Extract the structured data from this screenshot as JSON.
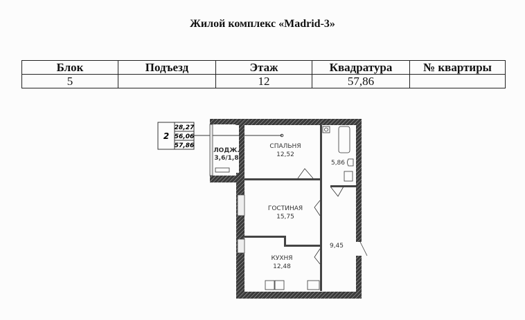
{
  "document": {
    "title": "Жилой комплекс «Madrid-3»"
  },
  "info_table": {
    "headers": [
      "Блок",
      "Подъезд",
      "Этаж",
      "Квадратура",
      "№ квартиры"
    ],
    "values": [
      "5",
      "",
      "12",
      "57,86",
      ""
    ]
  },
  "legend_box": {
    "rooms_count": "2",
    "living_area": "28,27",
    "total_area_without_balcony": "56,06",
    "total_area": "57,86"
  },
  "rooms": {
    "loggia": {
      "label": "ЛОДЖ.",
      "area": "3,6/1,8"
    },
    "bedroom": {
      "label": "СПАЛЬНЯ",
      "area": "12,52"
    },
    "bathroom": {
      "area": "5,86"
    },
    "living_room": {
      "label": "ГОСТИНАЯ",
      "area": "15,75"
    },
    "hallway": {
      "area": "9,45"
    },
    "kitchen": {
      "label": "КУХНЯ",
      "area": "12,48"
    }
  },
  "colors": {
    "wall": "#2a2a2a",
    "line": "#222222",
    "background": "#fcfcfc"
  }
}
